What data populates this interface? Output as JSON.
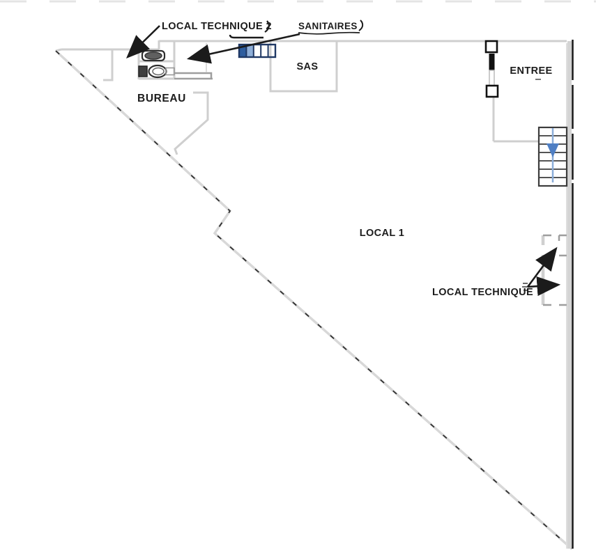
{
  "plan": {
    "type": "architectural-floor-plan",
    "floor_shape": "right-triangle",
    "rooms": [
      {
        "id": "local_technique_2",
        "label": "LOCAL TECHNIQUE 2",
        "annotated_by_arrow": true
      },
      {
        "id": "sanitaires",
        "label": "SANITAIRES",
        "annotated_by_arrow": true
      },
      {
        "id": "sas",
        "label": "SAS",
        "annotated_by_arrow": false
      },
      {
        "id": "entree",
        "label": "ENTREE",
        "annotated_by_arrow": false
      },
      {
        "id": "bureau",
        "label": "BUREAU",
        "annotated_by_arrow": false
      },
      {
        "id": "local_1",
        "label": "LOCAL 1",
        "annotated_by_arrow": false
      },
      {
        "id": "local_technique",
        "label": "LOCAL TECHNIQUE",
        "annotated_by_arrow": true
      }
    ]
  },
  "labels": {
    "local_technique_2": "LOCAL TECHNIQUE 2",
    "sanitaires": "SANITAIRES",
    "sas": "SAS",
    "entree": "ENTREE",
    "bureau": "BUREAU",
    "local_1": "LOCAL 1",
    "local_technique": "LOCAL TECHNIQUE"
  },
  "symbols": {
    "stairs": "stairs-with-down-arrow",
    "door": "entrance-door-posts",
    "toilet": "wc-toilet-fixture",
    "sink": "washbasin-fixture",
    "glazing": "glazed-partition-grid",
    "dashed_wall": "hypotenuse-facade-wall"
  },
  "colors": {
    "paper": "#ffffff",
    "wall_gray": "#cfcfcf",
    "wall_black": "#161616",
    "ink_black": "#1b1b1b",
    "stair_arrow_blue": "#4f7fc4",
    "stair_arrow_light": "#8aadd9",
    "glazing_navy": "#1f3864",
    "glazing_dark_blue": "#2e5d9e",
    "glazing_light_blue": "#8fafd8"
  }
}
